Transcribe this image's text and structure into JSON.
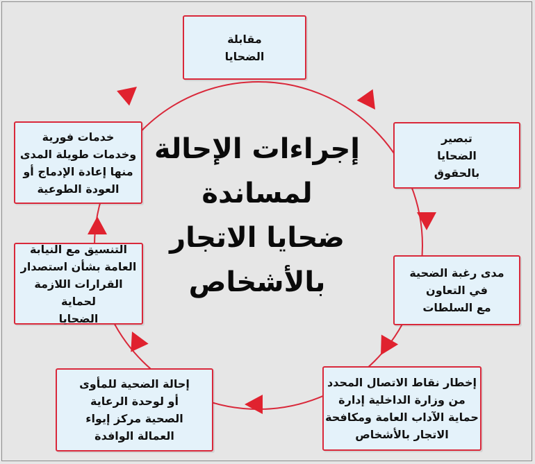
{
  "title": "إجراءات الإحالة\nلمساندة\nضحايا الاتجار\nبالأشخاص",
  "steps": [
    {
      "text": "مقابلة\nالضحايا"
    },
    {
      "text": "تبصير\nالضحايا\nبالحقوق"
    },
    {
      "text": "مدى رغبة الضحية\nفي التعاون\nمع السلطات"
    },
    {
      "text": "إخطار نقاط الاتصال المحدد\nمن وزارة الداخلية إدارة\nحماية الآداب العامة ومكافحة\nالاتجار بالأشخاص"
    },
    {
      "text": "إحالة الضحية للمأوى\nأو لوحدة الرعاية\nالصحية مركز إيواء\nالعمالة الوافدة"
    },
    {
      "text": "التنسيق مع النيابة\nالعامة بشأن استصدار\nالقرارات اللازمة لحماية\nالضحايا"
    },
    {
      "text": "خدمات فورية\nوخدمات طويلة المدى\nمنها إعادة الإدماج أو\nالعودة الطوعية"
    }
  ],
  "colors": {
    "ring": "#d9283a",
    "arrow": "#e0222f",
    "box_fill": "#e4f2fa",
    "background": "#e6e6e6"
  }
}
